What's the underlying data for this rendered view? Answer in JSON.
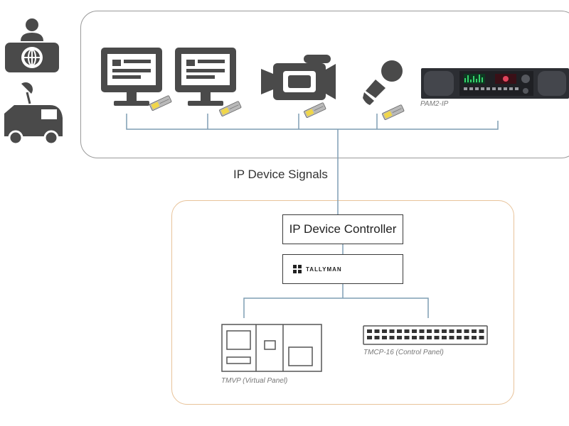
{
  "signals_label": "IP Device Signals",
  "controller_label": "IP Device Controller",
  "tallyman_label": "TALLYMAN",
  "pam_label": "PAM2-IP",
  "tmvp_label": "TMVP (Virtual Panel)",
  "tmcp_label": "TMCP-16 (Control Panel)",
  "colors": {
    "icon": "#4a4a4a",
    "top_border": "#9a9a9a",
    "bottom_border": "#e8c39a",
    "line": "#7f9db4"
  }
}
